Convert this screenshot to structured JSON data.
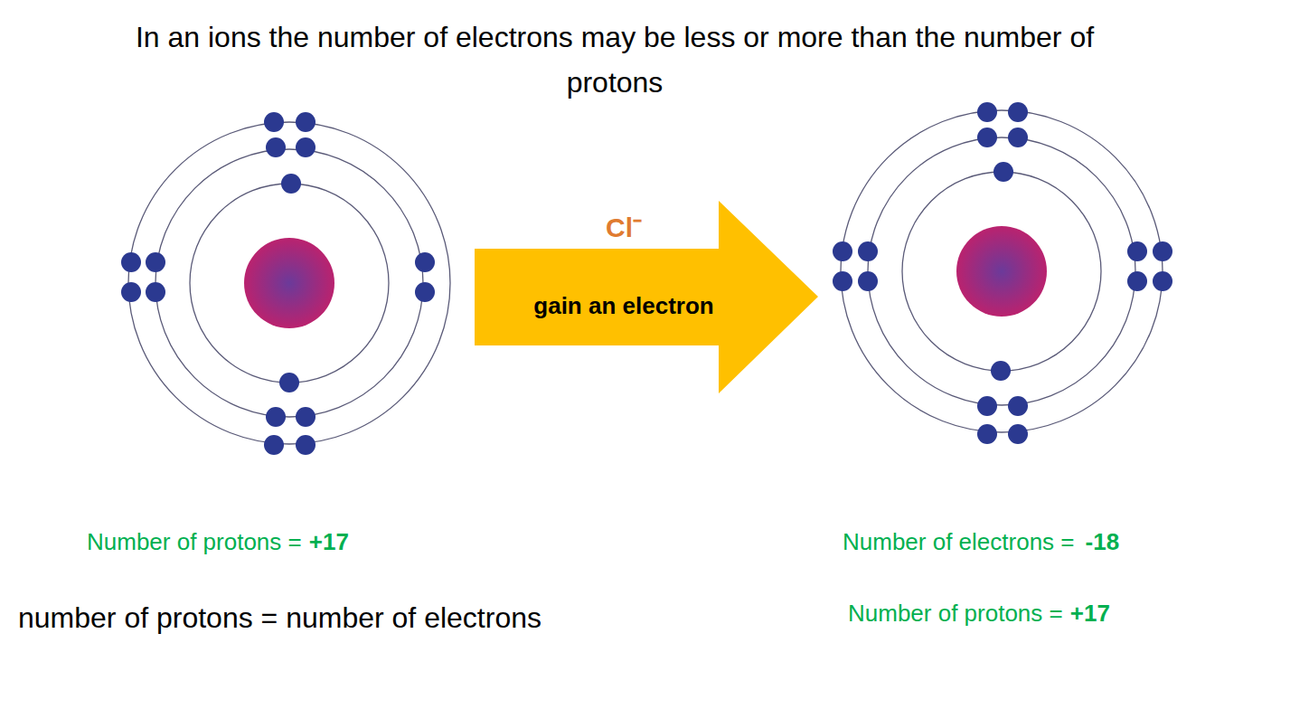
{
  "diagram": {
    "title": "In an ions the number of electrons may be less or more than the number of protons",
    "nodes": [
      {
        "text": [
          "Cl⁻",
          "gain an electron"
        ]
      }
    ],
    "labels": [
      "Number of protons =",
      "+17",
      "number of protons = number of electrons",
      "Number of electrons =",
      "-18",
      "Number of protons =",
      "+17"
    ]
  }
}
